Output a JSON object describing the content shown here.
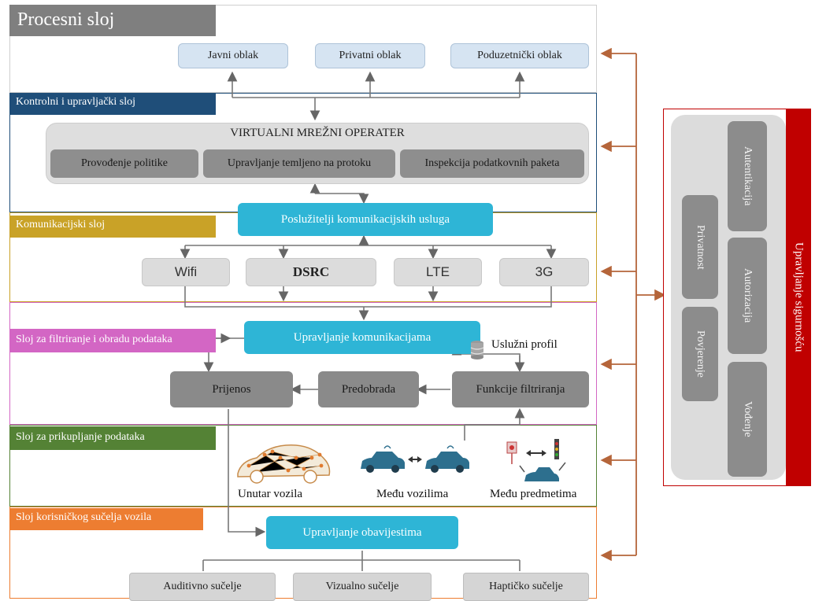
{
  "process_layer": {
    "title": "Procesni sloj",
    "clouds": [
      "Javni oblak",
      "Privatni oblak",
      "Poduzetnički oblak"
    ]
  },
  "control_layer": {
    "title": "Kontrolni i upravljački sloj",
    "operator_title": "VIRTUALNI MREŽNI OPERATER",
    "functions": [
      "Provođenje politike",
      "Upravljanje temljeno na protoku",
      "Inspekcija podatkovnih paketa"
    ]
  },
  "communication_layer": {
    "title": "Komunikacijski sloj",
    "servers": "Poslužitelji komunikacijskih usluga",
    "networks": [
      "Wifi",
      "DSRC",
      "LTE",
      "3G"
    ]
  },
  "filter_layer": {
    "title": "Sloj za filtriranje i obradu podataka",
    "comm_management": "Upravljanje komunikacijama",
    "service_profile": "Uslužni profil",
    "transfer": "Prijenos",
    "preprocessing": "Predobrada",
    "filter_functions": "Funkcije filtriranja"
  },
  "collection_layer": {
    "title": "Sloj za prikupljanje podataka",
    "captions": [
      "Unutar vozila",
      "Među vozilima",
      "Među predmetima"
    ]
  },
  "ui_layer": {
    "title": "Sloj korisničkog sučelja vozila",
    "notification_management": "Upravljanje obavijestima",
    "interfaces": [
      "Auditivno sučelje",
      "Vizualno sučelje",
      "Haptičko sučelje"
    ]
  },
  "security": {
    "title": "Upravljanje sigurnošću",
    "left_column": [
      "Privatnost",
      "Povjerenje"
    ],
    "right_column": [
      "Autentikacija",
      "Autorizacija",
      "Vođenje"
    ]
  },
  "colors": {
    "process_label": "#7f7f7f",
    "control_label": "#1f4e79",
    "communication_label": "#c9a227",
    "filter_label": "#d366c4",
    "collection_label": "#548235",
    "ui_label": "#ed7d31",
    "security_bar": "#c00000",
    "arrow_orange": "#b5653a",
    "cyan_box": "#2eb5d6"
  }
}
